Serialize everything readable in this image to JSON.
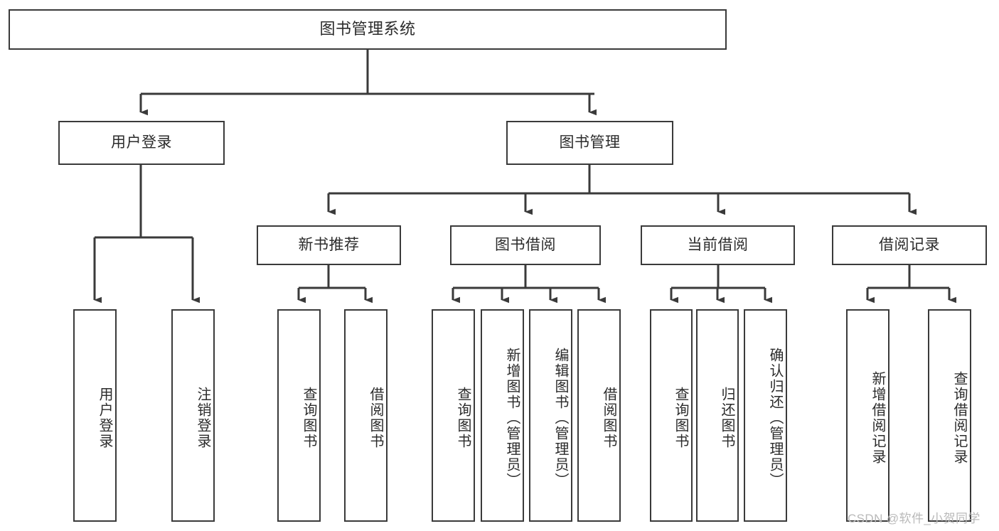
{
  "diagram": {
    "title": "图书管理系统",
    "type": "tree-hierarchy-diagram",
    "style": {
      "box_border_color": "#3a3a3a",
      "box_fill_color": "#ffffff",
      "text_color": "#2b2b2b",
      "connector_color": "#3a3a3a",
      "watermark_color": "#b9b9b9"
    },
    "root": {
      "label": "图书管理系统"
    },
    "level2": [
      {
        "label": "用户登录"
      },
      {
        "label": "图书管理"
      }
    ],
    "level3": [
      {
        "label": "新书推荐"
      },
      {
        "label": "图书借阅"
      },
      {
        "label": "当前借阅"
      },
      {
        "label": "借阅记录"
      }
    ],
    "leaves": {
      "user_login": [
        {
          "label": "用户登录"
        },
        {
          "label": "注销登录"
        }
      ],
      "new_book_recommend": [
        {
          "label": "查询图书"
        },
        {
          "label": "借阅图书"
        }
      ],
      "book_borrow": [
        {
          "label": "查询图书"
        },
        {
          "label": "新增图书（管理员）"
        },
        {
          "label": "编辑图书（管理员）"
        },
        {
          "label": "借阅图书"
        }
      ],
      "current_borrow": [
        {
          "label": "查询图书"
        },
        {
          "label": "归还图书"
        },
        {
          "label": "确认归还（管理员）"
        }
      ],
      "borrow_record": [
        {
          "label": "新增借阅记录"
        },
        {
          "label": "查询借阅记录"
        }
      ]
    }
  },
  "watermark": {
    "text": "CSDN @软件_小贺同学"
  }
}
